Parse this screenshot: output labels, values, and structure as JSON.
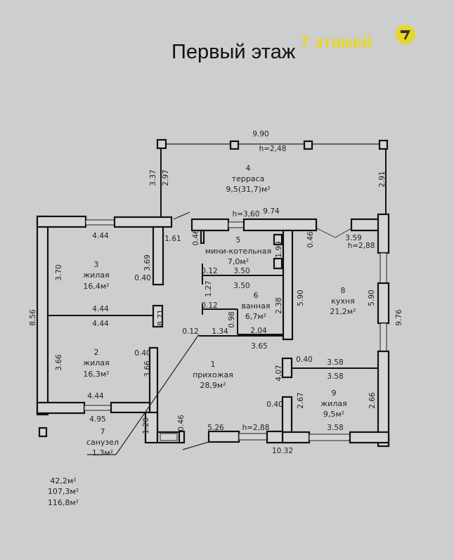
{
  "title": "Первый этаж",
  "brand": {
    "name": "7 этажей",
    "color": "#e8d62a",
    "logo_icon": "seven-circle-logo"
  },
  "rooms": [
    {
      "num": "4",
      "name": "терраса",
      "area": "9,5(31,7)м²"
    },
    {
      "num": "5",
      "name": "мини-котельная",
      "area": "7,0м²"
    },
    {
      "num": "3",
      "name": "жилая",
      "area": "16,4м²"
    },
    {
      "num": "6",
      "name": "ванная",
      "area": "6,7м²"
    },
    {
      "num": "8",
      "name": "кухня",
      "area": "21,2м²"
    },
    {
      "num": "2",
      "name": "жилая",
      "area": "16,3м²"
    },
    {
      "num": "1",
      "name": "прихожая",
      "area": "28,9м²"
    },
    {
      "num": "9",
      "name": "жилая",
      "area": "9,5м²"
    },
    {
      "num": "7",
      "name": "санузел",
      "area": "1,3м²"
    }
  ],
  "dims": [
    "9.90",
    "h=2,48",
    "3.37",
    "2.97",
    "2.91",
    "h=3,60",
    "9.74",
    "4.44",
    "1.61",
    "0.46",
    "3.70",
    "3.69",
    "0.40",
    "0.12",
    "3.50",
    "3.50",
    "1.99",
    "0.46",
    "3.59",
    "h=2,88",
    "1.27",
    "4.44",
    "4.44",
    "8.71",
    "8.56",
    "0.12",
    "2.38",
    "5.90",
    "5.90",
    "9.76",
    "0.98",
    "0.12",
    "1.34",
    "2.04",
    "3.65",
    "3.66",
    "0.40",
    "3.66",
    "0.40",
    "3.58",
    "3.58",
    "4.07",
    "4.44",
    "4.95",
    "2.67",
    "0.40",
    "2.66",
    "3.58",
    "5.26",
    "h=2,88",
    "1.28",
    "0.46",
    "10.32"
  ],
  "totals": [
    "42,2м²",
    "107,3м²",
    "116,8м²"
  ]
}
